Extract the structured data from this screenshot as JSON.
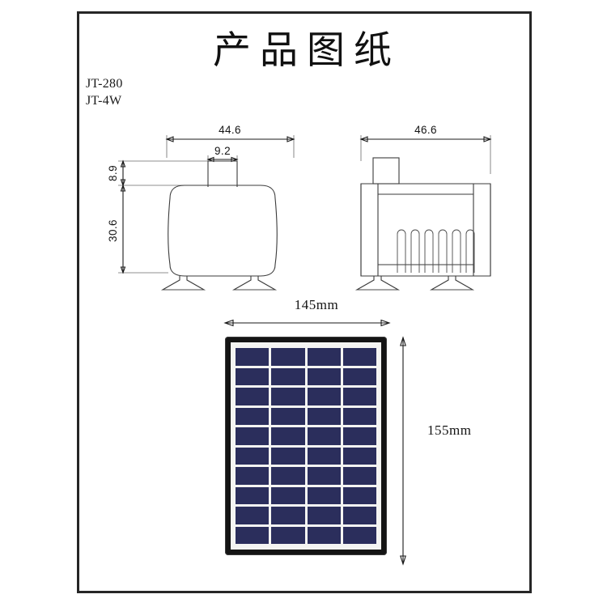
{
  "document": {
    "title": "产品图纸",
    "model_codes": [
      "JT-280",
      "JT-4W"
    ]
  },
  "front_view": {
    "name": "pump-front-view",
    "dimensions": {
      "overall_width": "44.6",
      "nozzle_width": "9.2",
      "nozzle_height": "8.9",
      "body_height": "30.6"
    }
  },
  "side_view": {
    "name": "pump-side-view",
    "dimensions": {
      "overall_width": "46.6"
    },
    "intake_slot_count": 6
  },
  "solar_panel": {
    "name": "solar-panel",
    "width_label": "145mm",
    "height_label": "155mm",
    "cell_columns": 4,
    "cell_rows": 10,
    "colors": {
      "frame": "#141414",
      "backsheet": "#f4f4f2",
      "cell": "#2b2e5c"
    }
  }
}
